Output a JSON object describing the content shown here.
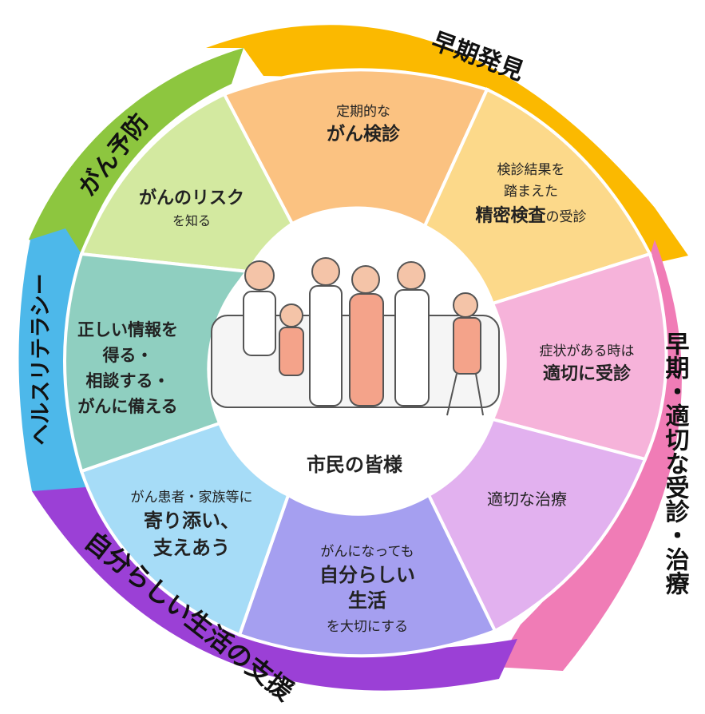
{
  "ring": {
    "prevention": "がん予防",
    "early_detection": "早期発見",
    "early_treatment": "早期・適切な受診・治療",
    "own_life_support": "自分らしい生活の支援",
    "health_literacy": "ヘルスリテラシー"
  },
  "segments": {
    "know_risk": {
      "line1": "がんのリスク",
      "line2": "を知る"
    },
    "regular_screening": {
      "line1": "定期的な",
      "line2": "がん検診"
    },
    "detailed_exam": {
      "line1": "検診結果を",
      "line2": "踏まえた",
      "line3_bold": "精密検査",
      "line3_rest": "の受診"
    },
    "see_doctor": {
      "line1": "症状がある時は",
      "line2": "適切に受診"
    },
    "treatment": {
      "line1": "適切な治療"
    },
    "own_life": {
      "line1": "がんになっても",
      "line2": "自分らしい",
      "line3": "生活",
      "line4": "を大切にする"
    },
    "support": {
      "line1": "がん患者・家族等に",
      "line2": "寄り添い、",
      "line3": "支えあう"
    },
    "info": {
      "line1": "正しい情報を",
      "line2": "得る・",
      "line3": "相談する・",
      "line4": "がんに備える"
    }
  },
  "center": {
    "label": "市民の皆様"
  },
  "colors": {
    "green_ring": "#8dc63f",
    "orange_ring": "#fbb900",
    "pink_ring": "#f07cb6",
    "purple_ring": "#9b40d6",
    "blue_ring": "#4db8ea",
    "seg_green": "#d3e9a0",
    "seg_orange": "#fbc281",
    "seg_yellow": "#fcd98a",
    "seg_pink": "#f6b3da",
    "seg_lavender": "#e2b1ef",
    "seg_violet": "#a59ff0",
    "seg_lightblue": "#a6dcf7",
    "seg_teal": "#8fcfc0"
  }
}
